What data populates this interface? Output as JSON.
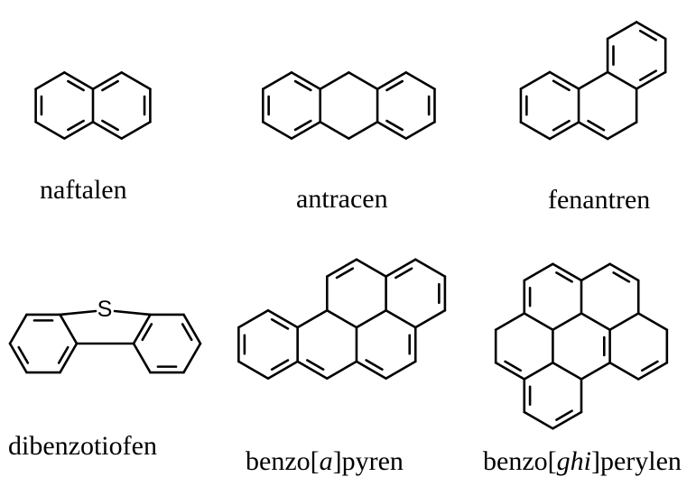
{
  "molecules": [
    {
      "id": "naftalen",
      "name": "naftalen"
    },
    {
      "id": "antracen",
      "name": "antracen"
    },
    {
      "id": "fenantren",
      "name": "fenantren"
    },
    {
      "id": "dibenzotiofen",
      "name": "dibenzotiofen",
      "heteroatom": "S"
    },
    {
      "id": "benzo-a-pyren",
      "name_pre": "benzo[",
      "name_italic": "a",
      "name_post": "]pyren"
    },
    {
      "id": "benzo-ghi-perylen",
      "name_pre": "benzo[",
      "name_italic": "ghi",
      "name_post": "]perylen"
    }
  ],
  "colors": {
    "bond": "#000000",
    "text": "#000000",
    "background": "#ffffff"
  }
}
